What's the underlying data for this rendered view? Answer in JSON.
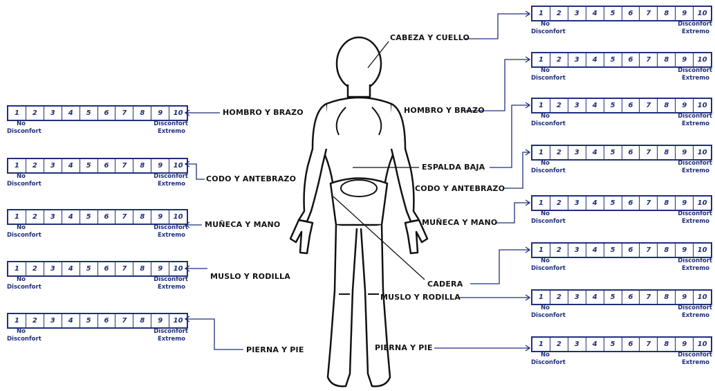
{
  "scale": {
    "numbers": [
      "1",
      "2",
      "3",
      "4",
      "5",
      "6",
      "7",
      "8",
      "9",
      "10"
    ],
    "min_line1": "No",
    "min_line2": "Disconfort",
    "max_line1": "Disconfort",
    "max_line2": "Extremo"
  },
  "left_parts": [
    "HOMBRO Y BRAZO",
    "CODO Y ANTEBRAZO",
    "MUÑECA Y MANO",
    "MUSLO Y RODILLA",
    "PIERNA Y PIE"
  ],
  "right_parts": [
    "CABEZA Y CUELLO",
    "HOMBRO Y BRAZO",
    "ESPALDA BAJA",
    "CODO Y ANTEBRAZO",
    "MUÑECA Y MANO",
    "CADERA",
    "MUSLO Y RODILLA",
    "PIERNA Y PIE"
  ],
  "colors": {
    "scale": "#1f2f7a",
    "text": "#111111"
  }
}
